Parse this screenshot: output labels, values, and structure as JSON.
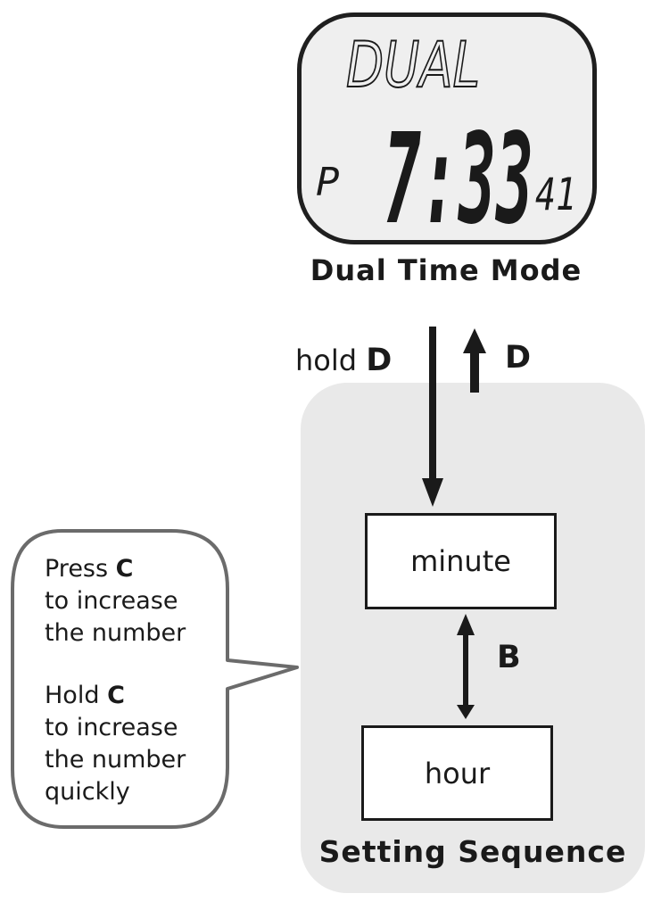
{
  "display": {
    "mode_text": "DUAL",
    "ampm": "P",
    "time": "7:33",
    "seconds": "41"
  },
  "mode_title": "Dual Time Mode",
  "transitions": {
    "hold_word": "hold",
    "hold_key": "D",
    "return_key": "D",
    "cycle_key": "B"
  },
  "setting_sequence": {
    "title": "Setting Sequence",
    "steps": [
      "minute",
      "hour"
    ]
  },
  "callout": {
    "press_word": "Press",
    "press_key": "C",
    "press_line2": "to increase",
    "press_line3": "the number",
    "hold_word": "Hold",
    "hold_key": "C",
    "hold_line2": "to increase",
    "hold_line3": "the number",
    "hold_line4": "quickly"
  }
}
